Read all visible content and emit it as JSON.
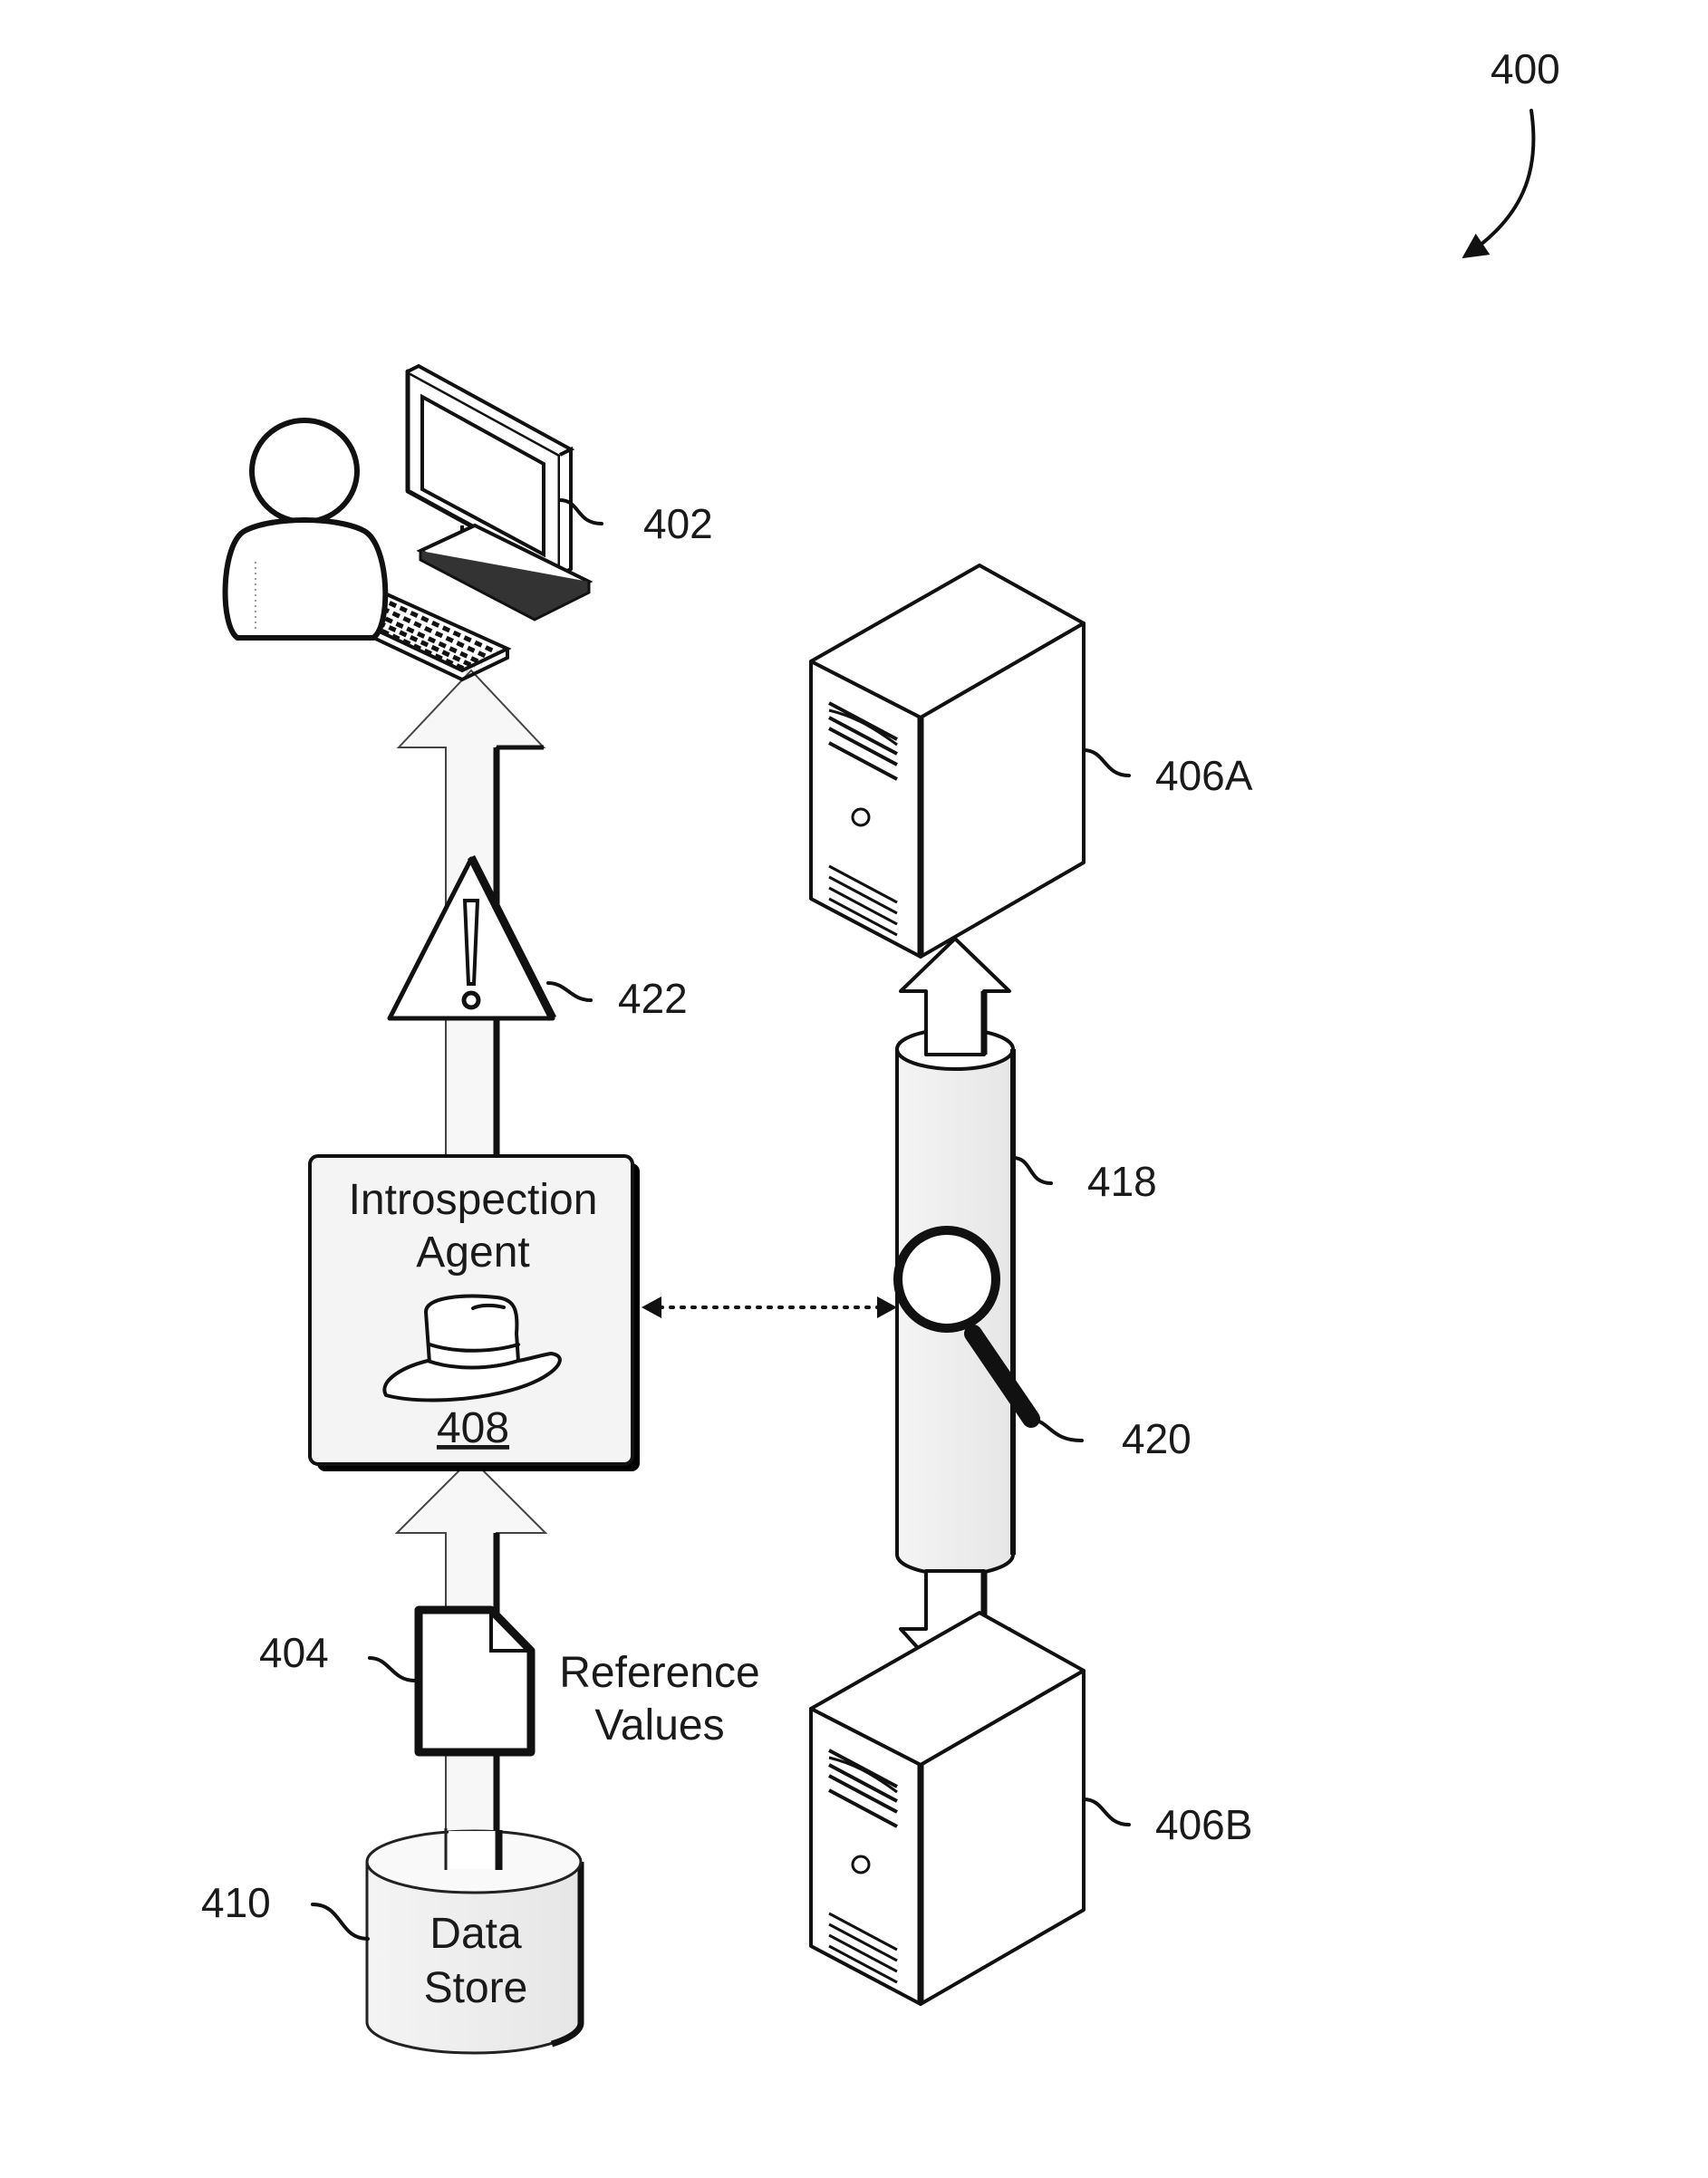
{
  "figure_number": "400",
  "agent": {
    "title_line1": "Introspection",
    "title_line2": "Agent",
    "ref": "408"
  },
  "reference_values": {
    "line1": "Reference",
    "line2": "Values"
  },
  "data_store": {
    "line1": "Data",
    "line2": "Store"
  },
  "refs": {
    "user_computer": "402",
    "document": "404",
    "server_top": "406A",
    "server_bottom": "406B",
    "data_store": "410",
    "pipe": "418",
    "magnifier": "420",
    "warning": "422"
  },
  "icons": {
    "user_computer": "user-at-computer-icon",
    "warning": "warning-triangle-icon",
    "agent": "fedora-hat-icon",
    "document": "document-icon",
    "data_store": "database-cylinder-icon",
    "server": "server-tower-icon",
    "magnifier": "magnifying-glass-icon"
  },
  "colors": {
    "ink": "#111111",
    "fill_light": "#f2f2f2",
    "background": "#ffffff"
  }
}
